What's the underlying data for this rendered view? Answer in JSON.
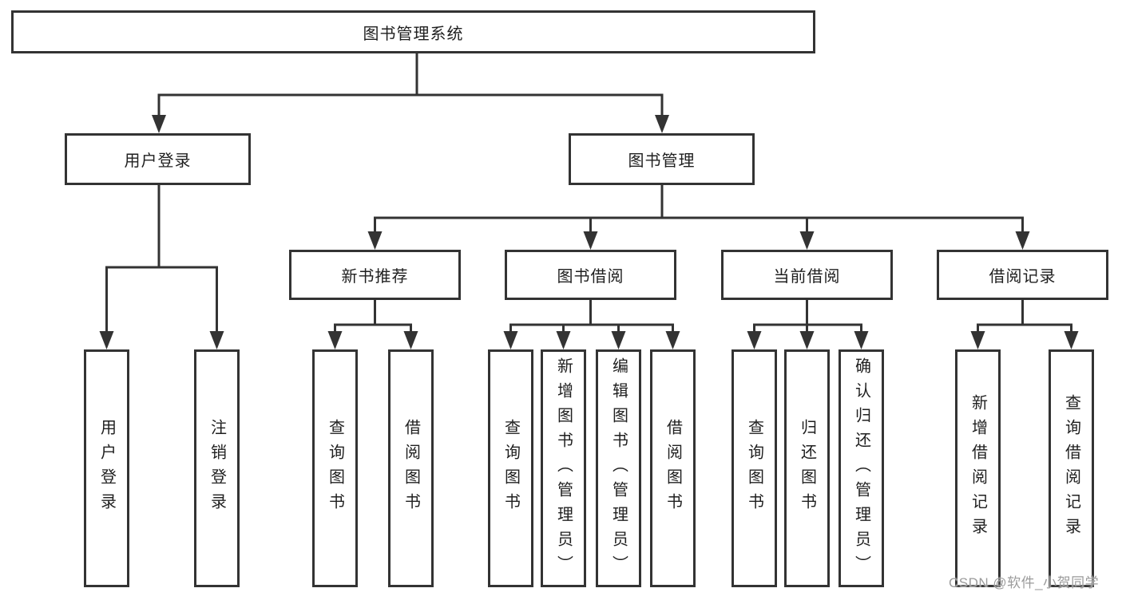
{
  "tree": {
    "label": "图书管理系统",
    "children": [
      {
        "label": "用户登录",
        "children": [
          {
            "label": "用户登录"
          },
          {
            "label": "注销登录"
          }
        ]
      },
      {
        "label": "图书管理",
        "children": [
          {
            "label": "新书推荐",
            "children": [
              {
                "label": "查询图书"
              },
              {
                "label": "借阅图书"
              }
            ]
          },
          {
            "label": "图书借阅",
            "children": [
              {
                "label": "查询图书"
              },
              {
                "label": "新增图书（管理员）"
              },
              {
                "label": "编辑图书（管理员）"
              },
              {
                "label": "借阅图书"
              }
            ]
          },
          {
            "label": "当前借阅",
            "children": [
              {
                "label": "查询图书"
              },
              {
                "label": "归还图书"
              },
              {
                "label": "确认归还（管理员）"
              }
            ]
          },
          {
            "label": "借阅记录",
            "children": [
              {
                "label": "新增借阅记录"
              },
              {
                "label": "查询借阅记录"
              }
            ]
          }
        ]
      }
    ]
  },
  "style": {
    "line_color": "#333333",
    "box_border_color": "#333333",
    "box_fill_color": "#ffffff",
    "text_color": "#1f1f1f",
    "watermark_color": "#9b9b9b"
  },
  "watermark": "CSDN @软件_小贺同学"
}
